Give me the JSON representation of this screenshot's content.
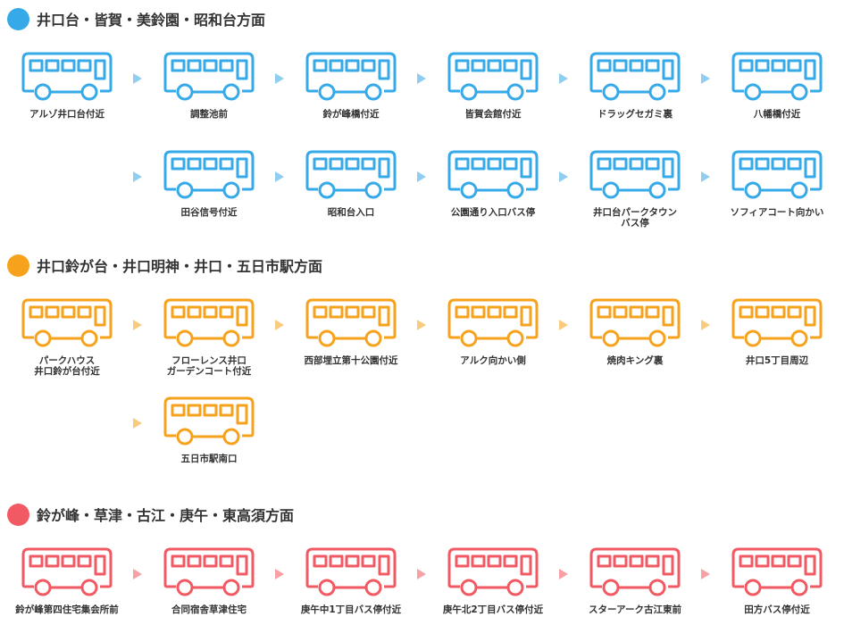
{
  "sections": [
    {
      "title": "井口台・皆賀・美鈴園・昭和台方面",
      "color": "#36a9e8",
      "arrow_color": "#8fcdf1",
      "stops": [
        "アルゾ井口台付近",
        "調整池前",
        "鈴が峰橋付近",
        "皆賀会館付近",
        "ドラッグセガミ裏",
        "八幡橋付近",
        "田谷信号付近",
        "昭和台入口",
        "公園通り入口バス停",
        "井口台パークタウン\nバス停",
        "ソフィアコート向かい"
      ]
    },
    {
      "title": "井口鈴が台・井口明神・井口・五日市駅方面",
      "color": "#f6a21c",
      "arrow_color": "#f9cb7e",
      "stops": [
        "パークハウス\n井口鈴が台付近",
        "フローレンス井口\nガーデンコート付近",
        "西部埋立第十公園付近",
        "アルク向かい側",
        "焼肉キング裏",
        "井口5丁目周辺",
        "五日市駅南口"
      ]
    },
    {
      "title": "鈴が峰・草津・古江・庚午・東高須方面",
      "color": "#f25a63",
      "arrow_color": "#f7a0a5",
      "stops": [
        "鈴が峰第四住宅集会所前",
        "合同宿舎草津住宅",
        "庚午中1丁目バス停付近",
        "庚午北2丁目バス停付近",
        "スターアーク古江東前",
        "田方バス停付近"
      ]
    }
  ]
}
